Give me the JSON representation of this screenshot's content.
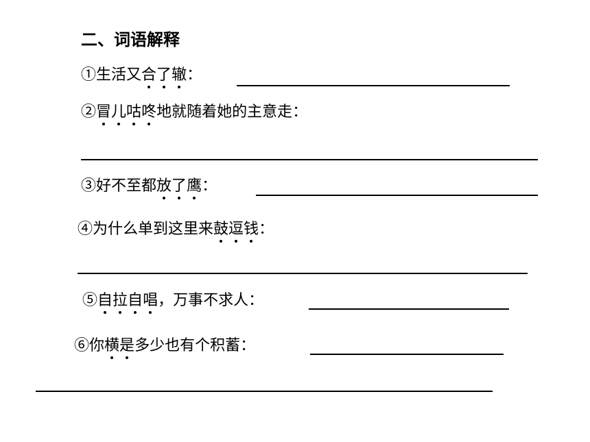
{
  "section_title": "二、词语解释",
  "items": [
    {
      "num": "①",
      "before": "生活又",
      "marked": "合了辙",
      "after": "："
    },
    {
      "num": "②",
      "before": "",
      "marked": "冒儿咕咚",
      "after": "地就随着她的主意走："
    },
    {
      "num": "③",
      "before": "好不至都",
      "marked": "放了鹰",
      "after": "："
    },
    {
      "num": "④",
      "before": "为什么单到这里来",
      "marked": "鼓逗钱",
      "after": "："
    },
    {
      "num": "⑤",
      "before": "",
      "marked": "自拉自唱",
      "after": "，万事不求人："
    },
    {
      "num": "⑥",
      "before": "你",
      "marked": "横是",
      "after": "多少也有个积蓄："
    }
  ]
}
